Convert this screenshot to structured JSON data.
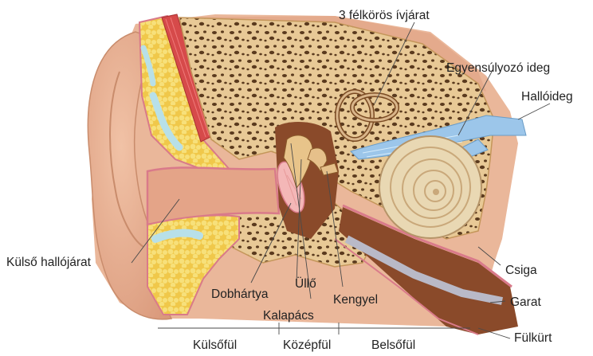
{
  "labels": {
    "semicircular_canals": "3 félkörös ívjárat",
    "vestibular_nerve": "Egyensúlyozó ideg",
    "cochlear_nerve": "Hallóideg",
    "ear_canal": "Külső hallójárat",
    "eardrum": "Dobhártya",
    "incus": "Üllő",
    "malleus": "Kalapács",
    "stapes": "Kengyel",
    "cochlea": "Csiga",
    "pharynx": "Garat",
    "eustachian_tube": "Fülkürt"
  },
  "regions": {
    "outer_ear": "Külsőfül",
    "middle_ear": "Középfül",
    "inner_ear": "Belsőfül"
  },
  "colors": {
    "skin": "#e8b294",
    "skin_dark": "#c98c6c",
    "bone": "#e8c996",
    "bone_pore": "#5a3a1e",
    "fat": "#f3d25a",
    "cartilage": "#b8e0e8",
    "muscle": "#d64a4a",
    "nerve": "#9cc6ea",
    "cochlea": "#e9d8b3",
    "tube": "#8a4a2a",
    "lining": "#d97a8a"
  }
}
